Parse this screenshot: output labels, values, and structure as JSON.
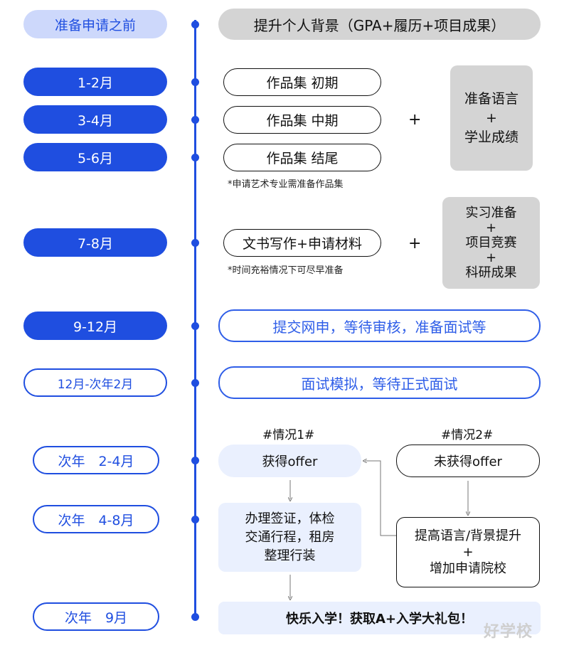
{
  "timeline": {
    "stages": [
      {
        "label": "准备申请之前"
      },
      {
        "label": "1-2月"
      },
      {
        "label": "3-4月"
      },
      {
        "label": "5-6月"
      },
      {
        "label": "7-8月"
      },
      {
        "label": "9-12月"
      },
      {
        "label": "12月-次年2月"
      },
      {
        "label": "次年　2-4月"
      },
      {
        "label": "次年　4-8月"
      },
      {
        "label": "次年　9月"
      }
    ]
  },
  "content": {
    "background_boost": "提升个人背景（GPA+履历+项目成果）",
    "portfolio": [
      "作品集 初期",
      "作品集 中期",
      "作品集 结尾"
    ],
    "portfolio_note": "*申请艺术专业需准备作品集",
    "plus": "+",
    "lang_box": [
      "准备语言",
      "+",
      "学业成绩"
    ],
    "docs": "文书写作+申请材料",
    "docs_note": "*时间充裕情况下可尽早准备",
    "intern_box": [
      "实习准备",
      "+",
      "项目竞赛",
      "+",
      "科研成果"
    ],
    "submit": "提交网申，等待审核，准备面试等",
    "interview": "面试模拟，等待正式面试",
    "case1": "#情况1#",
    "case2": "#情况2#",
    "offer_yes": "获得offer",
    "offer_no": "未获得offer",
    "visa_box": [
      "办理签证，体检",
      "交通行程，租房",
      "整理行装"
    ],
    "improve_box": [
      "提高语言/背景提升",
      "+",
      "增加申请院校"
    ],
    "final": "快乐入学！获取A+入学大礼包！"
  },
  "watermark": "好学校",
  "colors": {
    "accent": "#1f4ee0",
    "light_accent": "#cdd8fb",
    "gray": "#d4d4d4",
    "light_box": "#eaf0fe"
  }
}
